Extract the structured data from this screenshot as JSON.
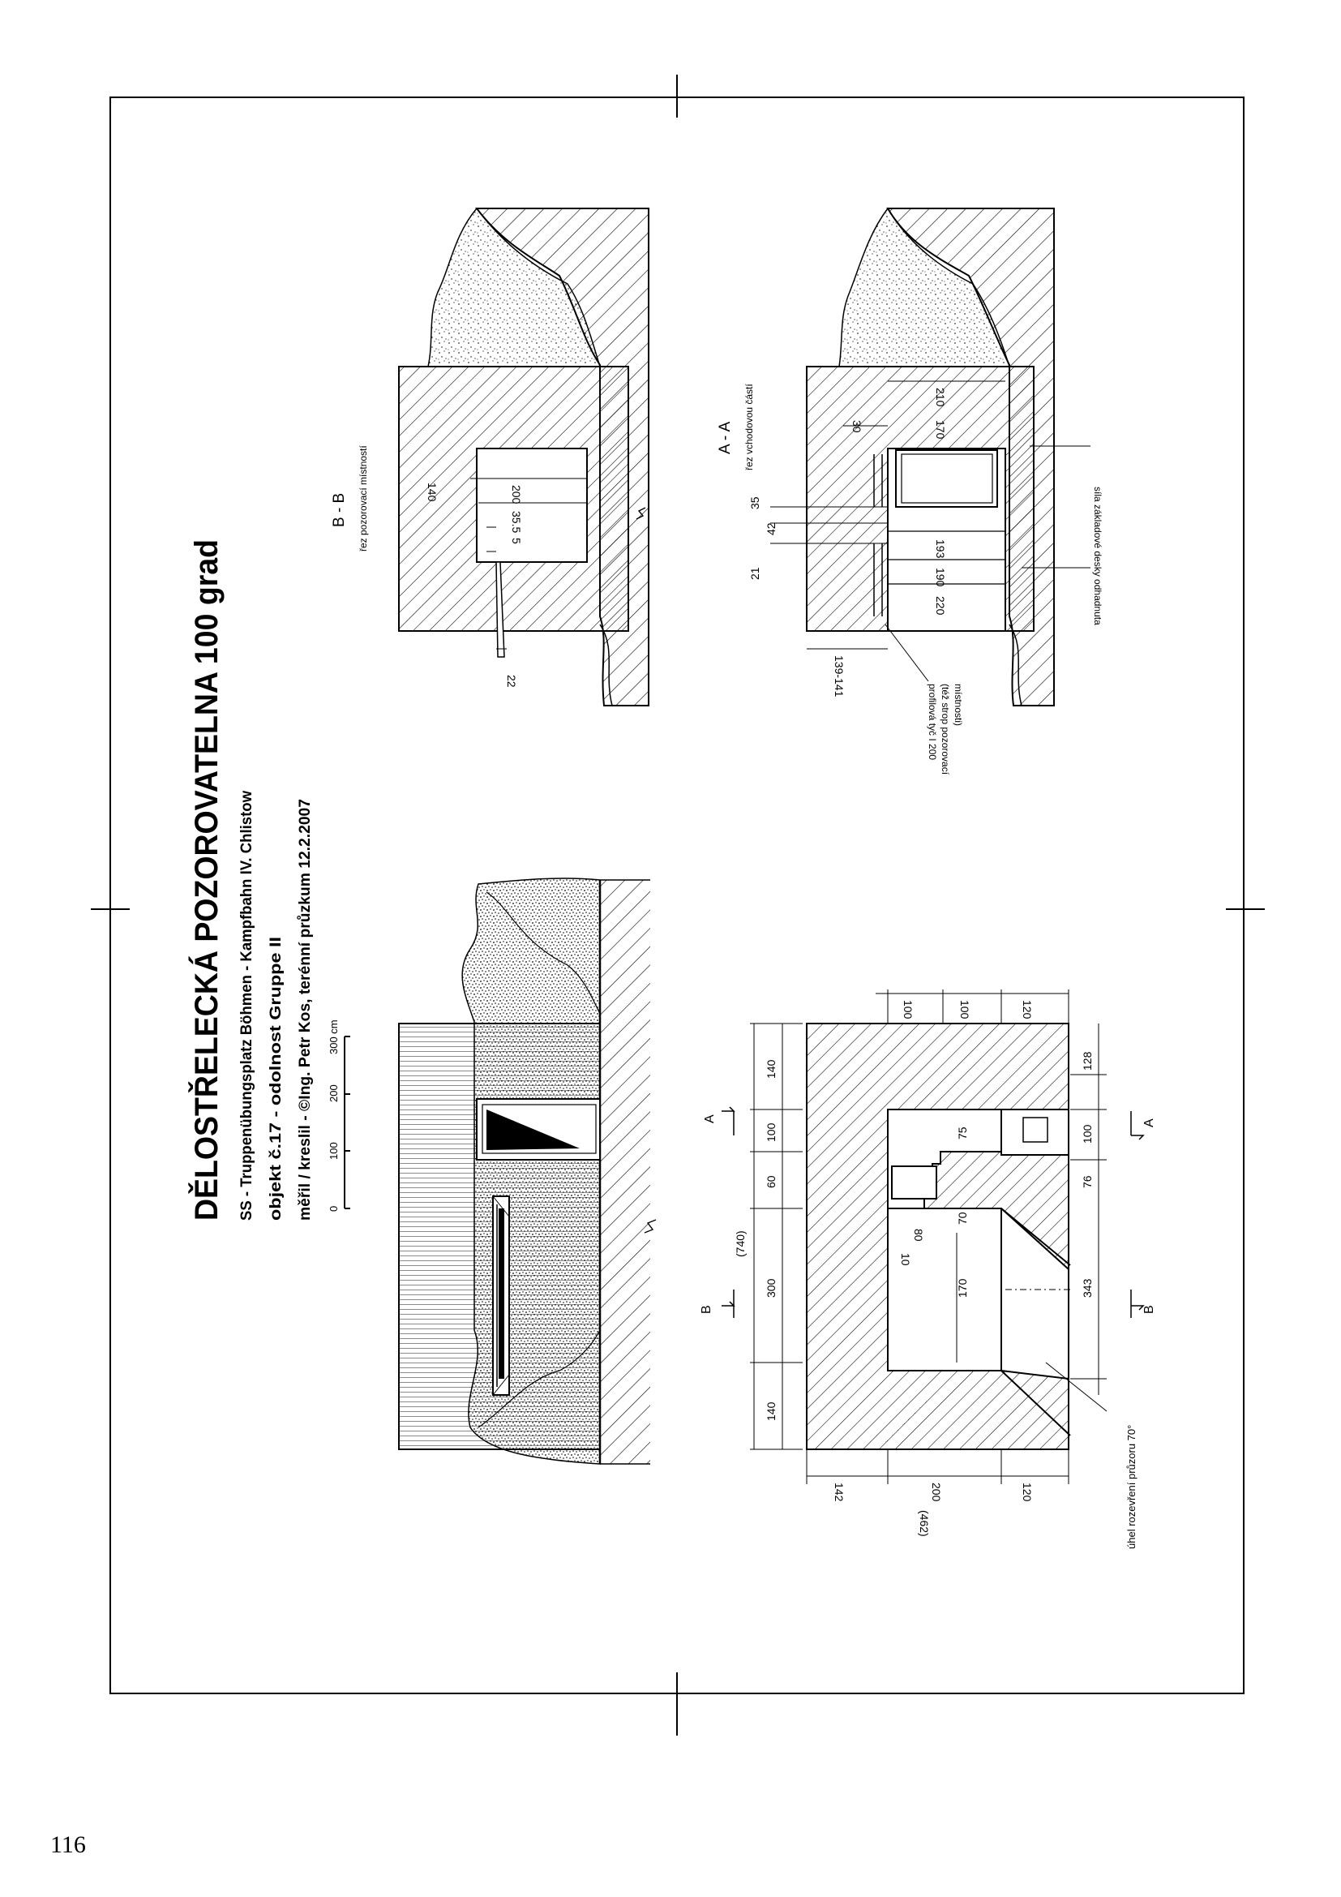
{
  "title": "DĚLOSTŘELECKÁ POZOROVATELNA 100 grad",
  "info": {
    "line1": "SS - Truppenübungsplatz Böhmen - Kampfbahn IV. Chlistow",
    "line2": "objekt č.17 - odolnost Gruppe II",
    "line3": "měřil / kreslil - ©Ing. Petr Kos, terénní průzkum 12.2.2007"
  },
  "scale": {
    "ticks": [
      "0",
      "100",
      "200",
      "300 cm"
    ]
  },
  "sections": {
    "bb": {
      "label": "B - B",
      "sub": "řez pozorovací místností"
    },
    "aa": {
      "label": "A - A",
      "sub": "řez vchodovou částí"
    }
  },
  "markers": {
    "a": "A",
    "b": "B"
  },
  "dims_bb": [
    "140",
    "200",
    "35.5",
    "5",
    "22"
  ],
  "dims_aa": [
    "210",
    "30",
    "170",
    "35",
    "42",
    "193",
    "21",
    "190",
    "220",
    "139-141"
  ],
  "notes_aa": {
    "beam_1": "profilová tyč I 200",
    "beam_2": "(též strop pozorovací",
    "beam_3": "místnosti)",
    "slab": "síla základové desky odhadnuta"
  },
  "dims_plan": {
    "top": [
      "140",
      "300",
      "60",
      "100",
      "140"
    ],
    "overall": "(740)",
    "bottom": [
      "343",
      "76",
      "100",
      "128"
    ],
    "right": [
      "100",
      "100",
      "120"
    ],
    "left": [
      "142",
      "200",
      "120"
    ],
    "left_overall": "(462)",
    "inner": [
      "10",
      "80",
      "70",
      "170",
      "75"
    ]
  },
  "notes_plan": {
    "angle": "úhel rozevření průzoru 70°"
  },
  "page_number": "116"
}
